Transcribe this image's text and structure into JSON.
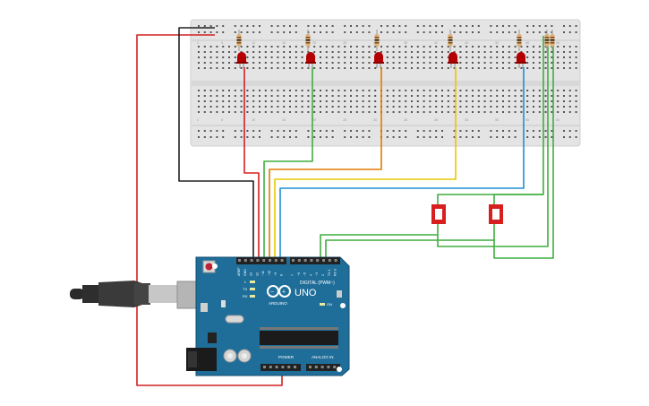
{
  "arduino": {
    "brand": "ARDUINO",
    "model": "UNO",
    "digital_header": "DIGITAL (PWM~)",
    "analog_header": "ANALOG IN",
    "power_header": "POWER",
    "on_label": "ON",
    "tx_label": "TX",
    "rx_label": "RX",
    "l_label": "L",
    "pin_labels": [
      "AREF",
      "GND",
      "13",
      "12",
      "~11",
      "~10",
      "~9",
      "8",
      "7",
      "~6",
      "~5",
      "4",
      "~3",
      "2",
      "TX 1",
      "RX 0"
    ]
  },
  "breadboard": {
    "column_numbers": [
      "1",
      "5",
      "10",
      "15",
      "20",
      "25",
      "30",
      "35",
      "40",
      "45",
      "50",
      "55",
      "60"
    ]
  },
  "components": {
    "leds": [
      {
        "name": "led-1",
        "color": "#b40000"
      },
      {
        "name": "led-2",
        "color": "#b40000"
      },
      {
        "name": "led-3",
        "color": "#b40000"
      },
      {
        "name": "led-4",
        "color": "#b40000"
      },
      {
        "name": "led-5",
        "color": "#b40000"
      }
    ],
    "switches": 2,
    "resistor_count": 7
  },
  "colors": {
    "wire_red": "#d42020",
    "wire_black": "#222222",
    "wire_green": "#3fae3f",
    "wire_orange": "#e07b00",
    "wire_yellow": "#e8c800",
    "wire_blue": "#1f8fd0",
    "board_blue": "#1f6e9a",
    "breadboard": "#e4e4e4",
    "switch_red": "#d81f1f"
  }
}
